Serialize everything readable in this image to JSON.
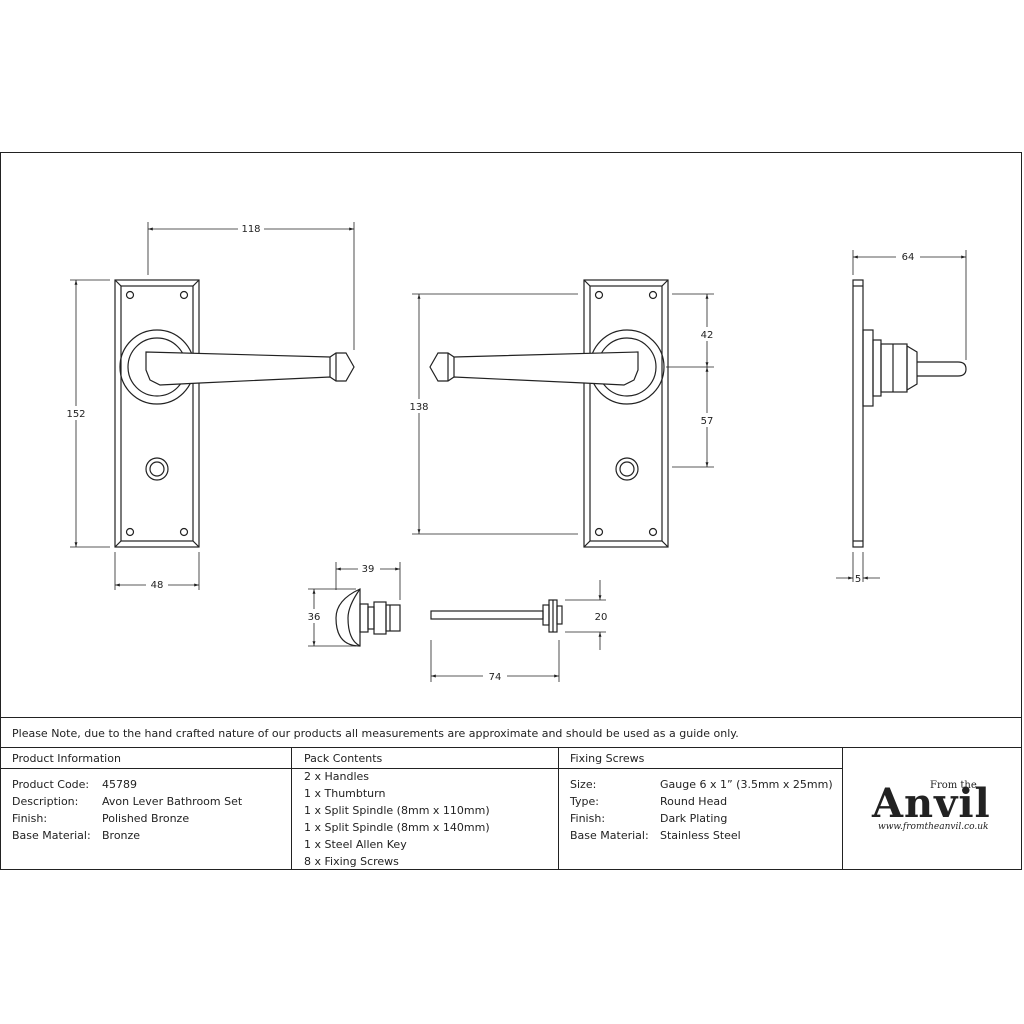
{
  "dimensions": {
    "d118": "118",
    "d152": "152",
    "d48": "48",
    "d138": "138",
    "d42": "42",
    "d57": "57",
    "d64": "64",
    "d5": "5",
    "d39": "39",
    "d36": "36",
    "d74": "74",
    "d20": "20"
  },
  "note": "Please Note, due to the hand crafted nature of our products all measurements are approximate and should be used as a guide only.",
  "product_info": {
    "header": "Product Information",
    "rows": [
      {
        "label": "Product Code:",
        "value": "45789"
      },
      {
        "label": "Description:",
        "value": "Avon Lever Bathroom Set"
      },
      {
        "label": "Finish:",
        "value": "Polished Bronze"
      },
      {
        "label": "Base Material:",
        "value": "Bronze"
      }
    ]
  },
  "pack_contents": {
    "header": "Pack Contents",
    "items": [
      "2 x Handles",
      "1 x Thumbturn",
      "1 x Split Spindle (8mm x 110mm)",
      "1 x Split Spindle (8mm x 140mm)",
      "1 x Steel Allen Key",
      "8 x Fixing Screws"
    ]
  },
  "fixing_screws": {
    "header": "Fixing Screws",
    "rows": [
      {
        "label": "Size:",
        "value": "Gauge 6 x 1” (3.5mm x 25mm)"
      },
      {
        "label": "Type:",
        "value": "Round Head"
      },
      {
        "label": "Finish:",
        "value": "Dark Plating"
      },
      {
        "label": "Base Material:",
        "value": "Stainless Steel"
      }
    ]
  },
  "logo": {
    "from_the": "From the",
    "brand": "Anvil",
    "url": "www.fromtheanvil.co.uk"
  }
}
